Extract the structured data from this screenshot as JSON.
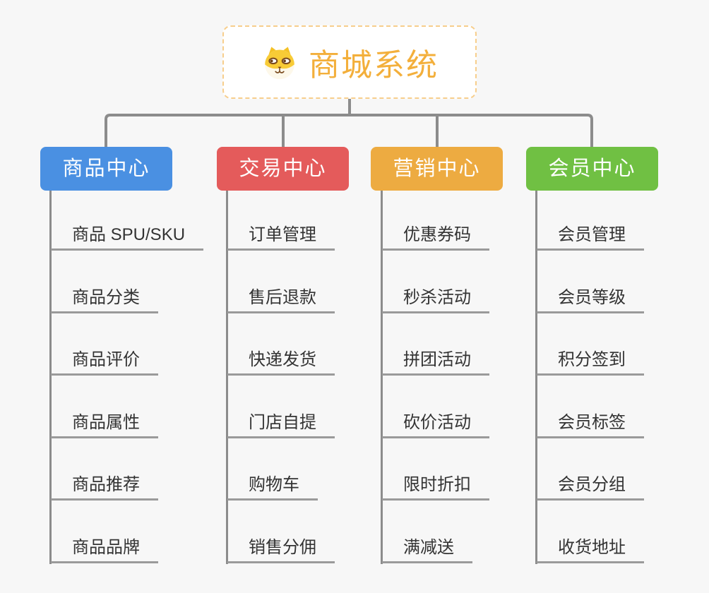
{
  "root": {
    "label": "商城系统",
    "icon": "shiba-dog-icon"
  },
  "colors": {
    "background": "#F7F7F7",
    "connector": "#8C8C8C",
    "node_underline": "#9A9A9A",
    "node_text": "#333333",
    "root_text": "#F3AF3B",
    "root_border": "#F7CE8C",
    "branch_text": "#FFFFFF"
  },
  "branches": [
    {
      "label": "商品中心",
      "color": "#4A90E2",
      "items": [
        "商品 SPU/SKU",
        "商品分类",
        "商品评价",
        "商品属性",
        "商品推荐",
        "商品品牌"
      ]
    },
    {
      "label": "交易中心",
      "color": "#E45B5B",
      "items": [
        "订单管理",
        "售后退款",
        "快递发货",
        "门店自提",
        "购物车",
        "销售分佣"
      ]
    },
    {
      "label": "营销中心",
      "color": "#EDAB41",
      "items": [
        "优惠券码",
        "秒杀活动",
        "拼团活动",
        "砍价活动",
        "限时折扣",
        "满减送"
      ]
    },
    {
      "label": "会员中心",
      "color": "#70C043",
      "items": [
        "会员管理",
        "会员等级",
        "积分签到",
        "会员标签",
        "会员分组",
        "收货地址"
      ]
    }
  ]
}
